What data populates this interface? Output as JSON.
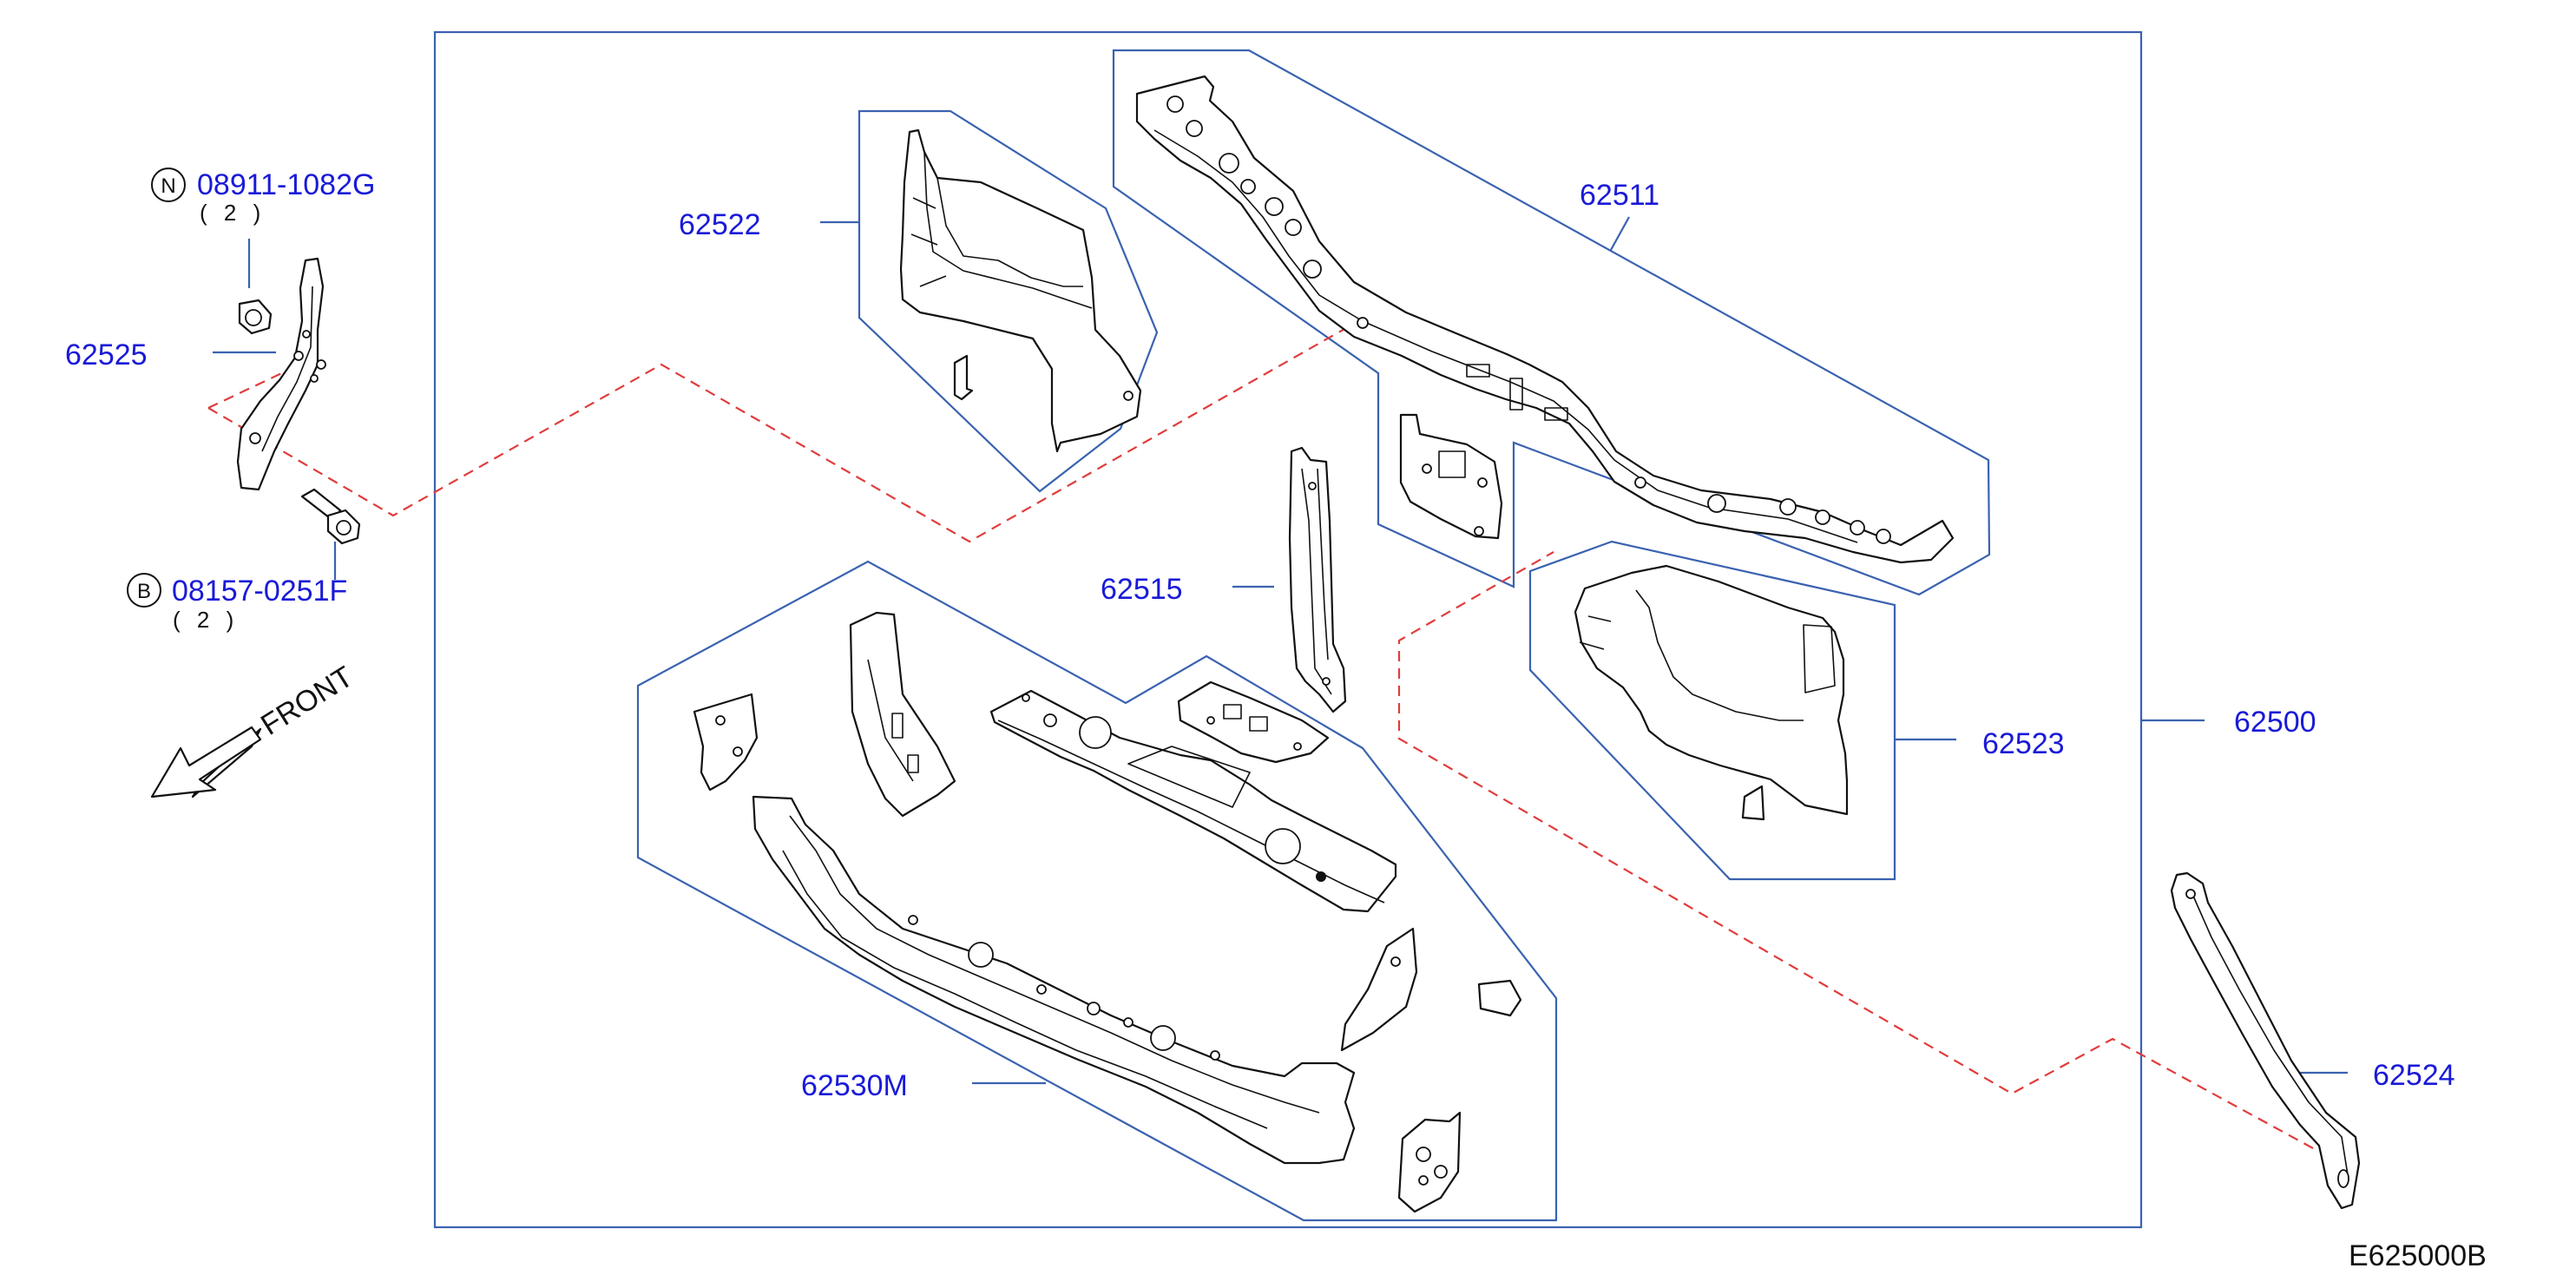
{
  "diagram_code": "E625000B",
  "front_label": "FRONT",
  "parts": {
    "p62500": "62500",
    "p62511": "62511",
    "p62515": "62515",
    "p62522": "62522",
    "p62523": "62523",
    "p62524": "62524",
    "p62525": "62525",
    "p62530M": "62530M"
  },
  "fasteners": {
    "nut": {
      "letter": "N",
      "part_number": "08911-1082G",
      "qty": "( 2 )"
    },
    "bolt": {
      "letter": "B",
      "part_number": "08157-0251F",
      "qty": "( 2 )"
    }
  },
  "colors": {
    "label_text": "#1a1ad8",
    "frame_lines": "#3a62b0",
    "dashed_lines": "#e03c3c",
    "part_outline": "#111111"
  }
}
